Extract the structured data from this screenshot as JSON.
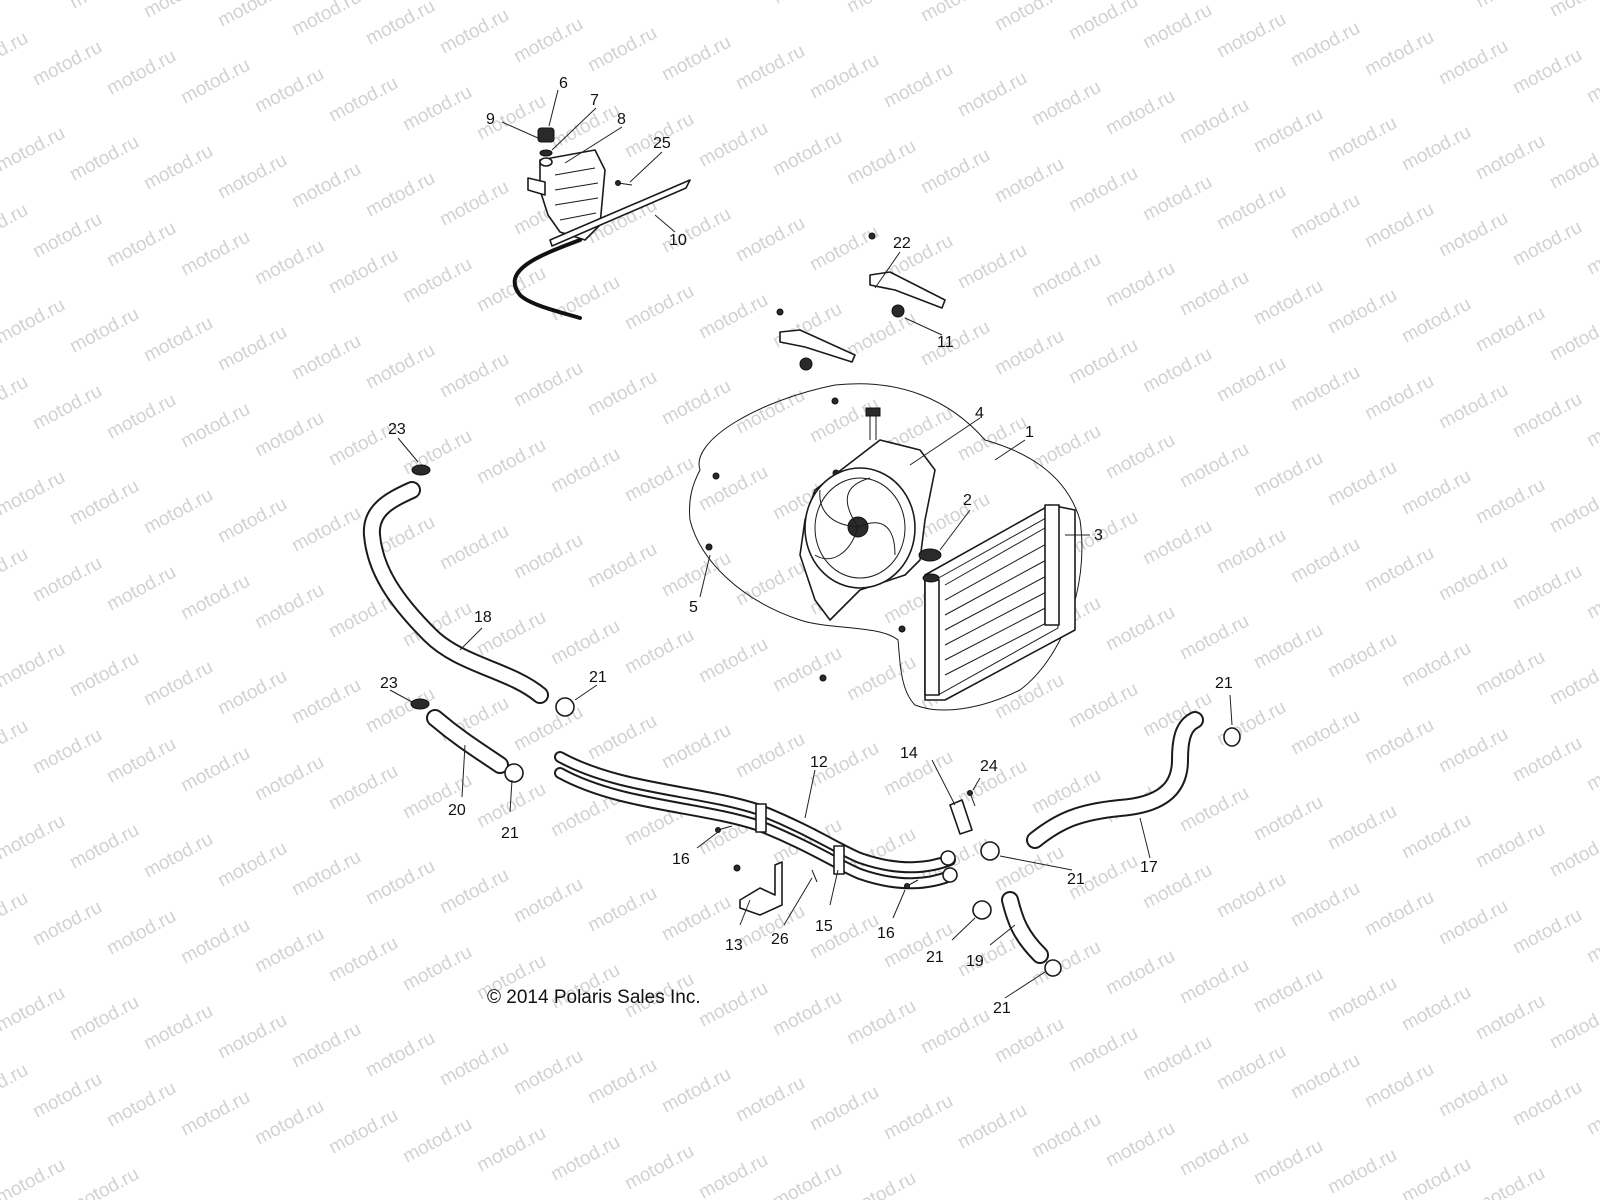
{
  "watermark": "motod.ru",
  "copyright": "© 2014 Polaris Sales Inc.",
  "callouts": [
    {
      "id": "c1",
      "label": "1"
    },
    {
      "id": "c2",
      "label": "2"
    },
    {
      "id": "c3",
      "label": "3"
    },
    {
      "id": "c4",
      "label": "4"
    },
    {
      "id": "c5",
      "label": "5"
    },
    {
      "id": "c6",
      "label": "6"
    },
    {
      "id": "c7",
      "label": "7"
    },
    {
      "id": "c8",
      "label": "8"
    },
    {
      "id": "c9",
      "label": "9"
    },
    {
      "id": "c10",
      "label": "10"
    },
    {
      "id": "c11",
      "label": "11"
    },
    {
      "id": "c12",
      "label": "12"
    },
    {
      "id": "c13",
      "label": "13"
    },
    {
      "id": "c14",
      "label": "14"
    },
    {
      "id": "c15",
      "label": "15"
    },
    {
      "id": "c16a",
      "label": "16"
    },
    {
      "id": "c16b",
      "label": "16"
    },
    {
      "id": "c17",
      "label": "17"
    },
    {
      "id": "c18",
      "label": "18"
    },
    {
      "id": "c19",
      "label": "19"
    },
    {
      "id": "c20",
      "label": "20"
    },
    {
      "id": "c21a",
      "label": "21"
    },
    {
      "id": "c21b",
      "label": "21"
    },
    {
      "id": "c21c",
      "label": "21"
    },
    {
      "id": "c21d",
      "label": "21"
    },
    {
      "id": "c21e",
      "label": "21"
    },
    {
      "id": "c21f",
      "label": "21"
    },
    {
      "id": "c22",
      "label": "22"
    },
    {
      "id": "c23a",
      "label": "23"
    },
    {
      "id": "c23b",
      "label": "23"
    },
    {
      "id": "c24",
      "label": "24"
    },
    {
      "id": "c25",
      "label": "25"
    },
    {
      "id": "c26",
      "label": "26"
    }
  ]
}
